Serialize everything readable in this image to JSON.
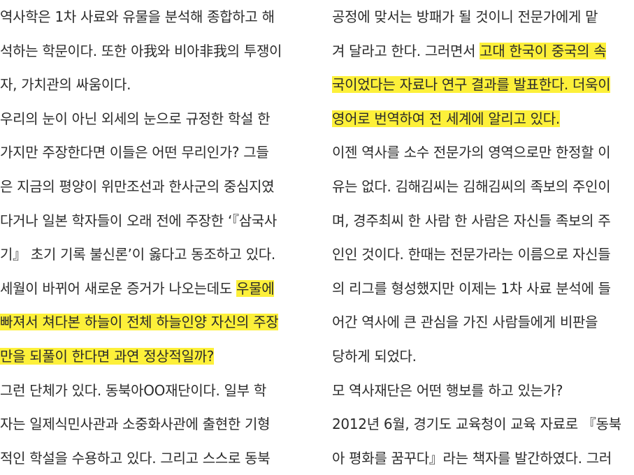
{
  "left_column": [
    {
      "text": "역사학은 1차 사료와 유물을 분석해 종합하고 해",
      "highlight": ""
    },
    {
      "text": "석하는 학문이다. 또한 아我와 비아非我의 투쟁이",
      "highlight": ""
    },
    {
      "text": "자, 가치관의 싸움이다.",
      "highlight": ""
    },
    {
      "text": "우리의 눈이 아닌 외세의 눈으로 규정한 학설 한",
      "highlight": ""
    },
    {
      "text": "가지만 주장한다면 이들은 어떤 무리인가? 그들",
      "highlight": ""
    },
    {
      "text": "은 지금의 평양이 위만조선과 한사군의 중심지였",
      "highlight": ""
    },
    {
      "text": "다거나 일본 학자들이 오래 전에 주장한 ‘『삼국사",
      "highlight": ""
    },
    {
      "text": "기』 초기 기록 불신론’이 옳다고 동조하고 있다.",
      "highlight": ""
    },
    {
      "text": "세월이 바뀌어 새로운 증거가 나오는데도 ",
      "highlight": "우물에"
    },
    {
      "text": "",
      "highlight": "빠져서 쳐다본 하늘이 전체 하늘인양 자신의 주장"
    },
    {
      "text": "",
      "highlight": "만을 되풀이 한다면 과연 정상적일까?"
    },
    {
      "text": "그런 단체가 있다. 동북아OO재단이다. 일부 학",
      "highlight": ""
    },
    {
      "text": "자는 일제식민사관과 소중화사관에 출현한 기형",
      "highlight": ""
    },
    {
      "text": "적인 학설을 수용하고 있다. 그리고 스스로 동북",
      "highlight": ""
    }
  ],
  "right_column": [
    {
      "text": "공정에 맞서는 방패가 될 것이니 전문가에게 맡",
      "highlight": ""
    },
    {
      "text": "겨 달라고 한다. 그러면서 ",
      "highlight": "고대 한국이 중국의 속"
    },
    {
      "text": "",
      "highlight": "국이었다는 자료나 연구 결과를 발표한다. 더욱이"
    },
    {
      "text": "",
      "highlight": "영어로 번역하여 전 세계에 알리고 있다."
    },
    {
      "text": "이젠 역사를 소수 전문가의 영역으로만 한정할 이",
      "highlight": ""
    },
    {
      "text": "유는 없다. 김해김씨는 김해김씨의 족보의 주인이",
      "highlight": ""
    },
    {
      "text": "며, 경주최씨 한 사람 한 사람은 자신들 족보의 주",
      "highlight": ""
    },
    {
      "text": "인인 것이다. 한때는 전문가라는 이름으로 자신들",
      "highlight": ""
    },
    {
      "text": "의 리그를 형성했지만 이제는 1차 사료 분석에 들",
      "highlight": ""
    },
    {
      "text": "어간 역사에 큰 관심을 가진 사람들에게 비판을",
      "highlight": ""
    },
    {
      "text": "당하게 되었다.",
      "highlight": ""
    },
    {
      "text": "모 역사재단은 어떤 행보를 하고 있는가?",
      "highlight": ""
    },
    {
      "text": "2012년 6월, 경기도 교육청이 교육 자료로 『동북",
      "highlight": ""
    },
    {
      "text": "아 평화를 꿈꾸다』라는 책자를 발간하였다. 그러",
      "highlight": ""
    }
  ],
  "colors": {
    "text": "#2b2b2b",
    "highlight": "#fdf03a",
    "background": "#ffffff"
  }
}
